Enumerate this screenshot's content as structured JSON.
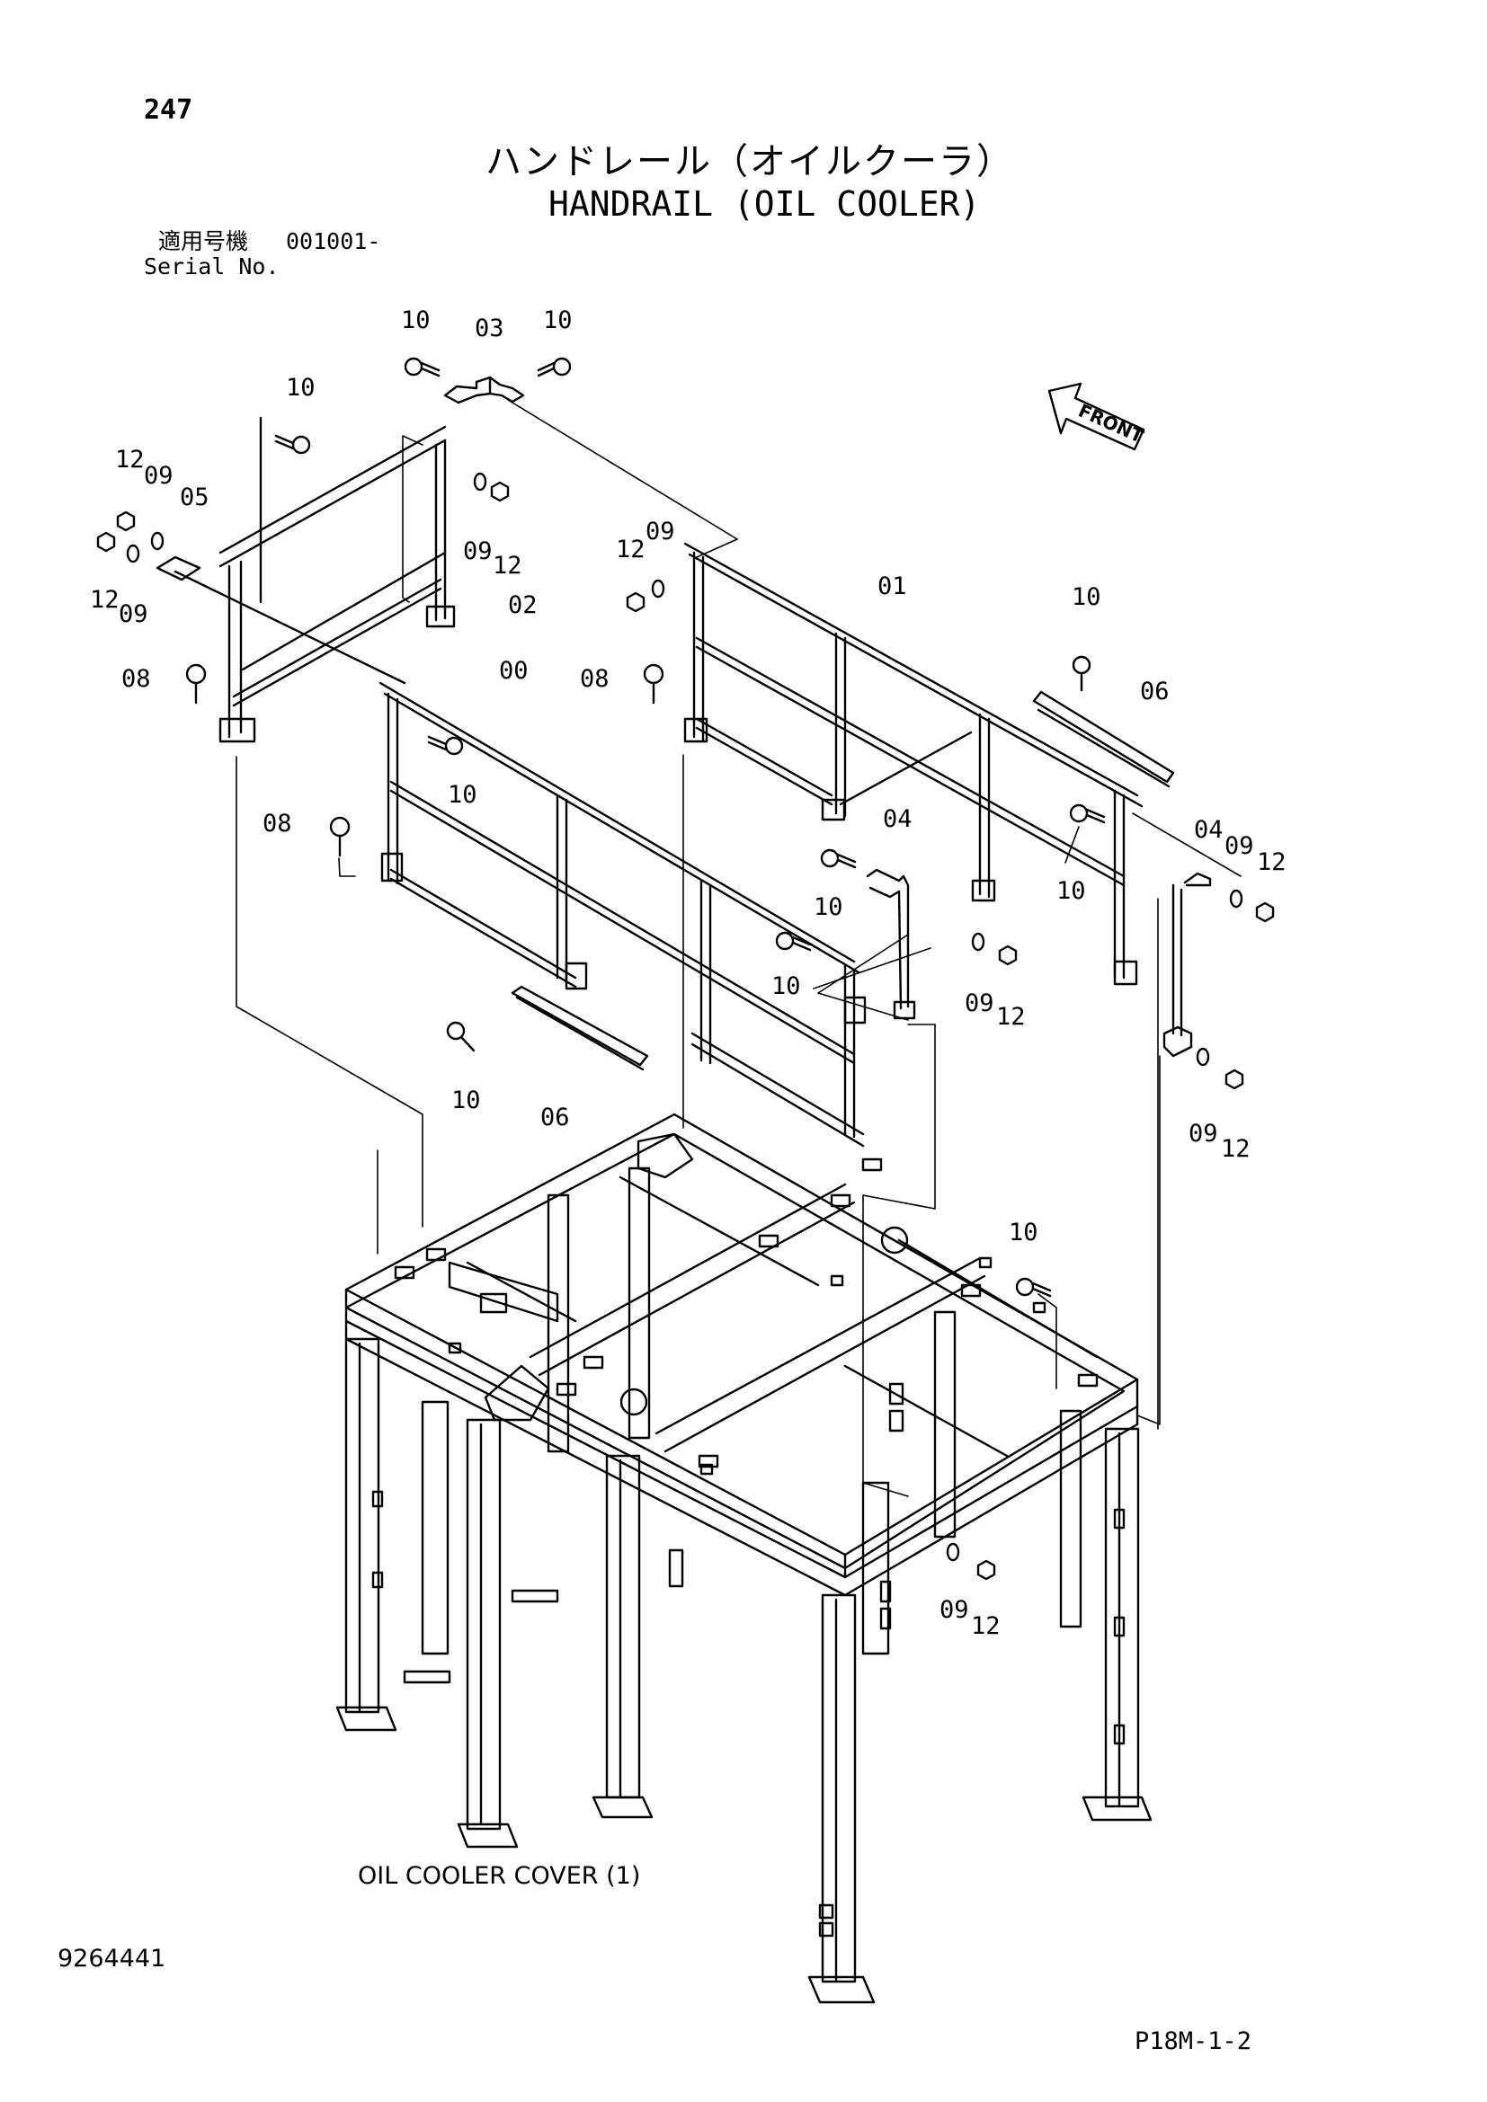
{
  "header": {
    "page_number": "247",
    "title_jp": "ハンドレール（オイルクーラ）",
    "title_en": "HANDRAIL (OIL COOLER)",
    "serial_label_jp": "適用号機",
    "serial_range": "001001-",
    "serial_label_en": "Serial No."
  },
  "diagram": {
    "front_label": "FRONT",
    "frame_caption": "OIL COOLER COVER (1)",
    "callouts": [
      {
        "id": "c-10-a",
        "text": "10"
      },
      {
        "id": "c-03",
        "text": "03"
      },
      {
        "id": "c-10-b",
        "text": "10"
      },
      {
        "id": "c-10-c",
        "text": "10"
      },
      {
        "id": "c-12-a",
        "text": "12"
      },
      {
        "id": "c-09-a",
        "text": "09"
      },
      {
        "id": "c-05",
        "text": "05"
      },
      {
        "id": "c-09-b",
        "text": "09"
      },
      {
        "id": "c-12-b",
        "text": "12"
      },
      {
        "id": "c-12-c",
        "text": "12"
      },
      {
        "id": "c-09-c",
        "text": "09"
      },
      {
        "id": "c-02",
        "text": "02"
      },
      {
        "id": "c-12-d",
        "text": "12"
      },
      {
        "id": "c-09-d",
        "text": "09"
      },
      {
        "id": "c-01",
        "text": "01"
      },
      {
        "id": "c-10-d",
        "text": "10"
      },
      {
        "id": "c-08-a",
        "text": "08"
      },
      {
        "id": "c-00",
        "text": "00"
      },
      {
        "id": "c-08-b",
        "text": "08"
      },
      {
        "id": "c-06-a",
        "text": "06"
      },
      {
        "id": "c-10-e",
        "text": "10"
      },
      {
        "id": "c-08-c",
        "text": "08"
      },
      {
        "id": "c-04-a",
        "text": "04"
      },
      {
        "id": "c-04-b",
        "text": "04"
      },
      {
        "id": "c-09-e",
        "text": "09"
      },
      {
        "id": "c-12-e",
        "text": "12"
      },
      {
        "id": "c-10-f",
        "text": "10"
      },
      {
        "id": "c-10-g",
        "text": "10"
      },
      {
        "id": "c-10-h",
        "text": "10"
      },
      {
        "id": "c-09-f",
        "text": "09"
      },
      {
        "id": "c-12-f",
        "text": "12"
      },
      {
        "id": "c-10-i",
        "text": "10"
      },
      {
        "id": "c-06-b",
        "text": "06"
      },
      {
        "id": "c-09-g",
        "text": "09"
      },
      {
        "id": "c-12-g",
        "text": "12"
      },
      {
        "id": "c-10-j",
        "text": "10"
      },
      {
        "id": "c-09-h",
        "text": "09"
      },
      {
        "id": "c-12-h",
        "text": "12"
      }
    ]
  },
  "footer": {
    "doc_number": "9264441",
    "page_ref": "P18M-1-2"
  }
}
